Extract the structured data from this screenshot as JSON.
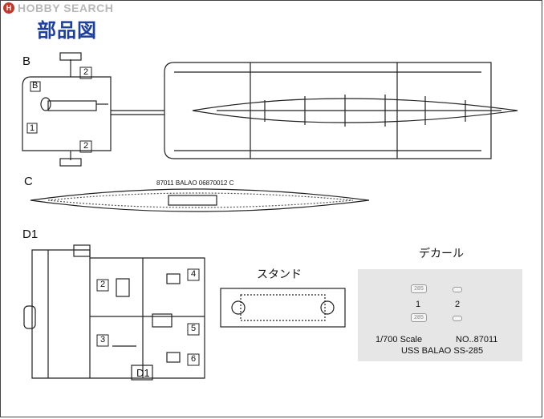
{
  "header": {
    "logo_icon_text": "H",
    "logo_text": "HOBBY SEARCH",
    "title": "部品図"
  },
  "sections": {
    "b": {
      "label": "B",
      "part_numbers": [
        "2",
        "2",
        "1"
      ],
      "sprue_letter": "B"
    },
    "c": {
      "label": "C",
      "sprue_code": "87011  BALAO  06870012  C"
    },
    "d1": {
      "label": "D1",
      "part_numbers": [
        "2",
        "4",
        "5",
        "3",
        "6"
      ],
      "sprue_letter": "D1"
    }
  },
  "stand": {
    "label": "スタンド"
  },
  "decal": {
    "label": "デカール",
    "marks": [
      "285",
      "285"
    ],
    "numbers": [
      "1",
      "2"
    ],
    "scale": "1/700 Scale",
    "product_no": "NO..87011",
    "ship_name": "USS BALAO SS-285"
  },
  "colors": {
    "title": "#1d3fa0",
    "logo_accent": "#c0392b",
    "decal_bg": "#e6e6e6"
  }
}
